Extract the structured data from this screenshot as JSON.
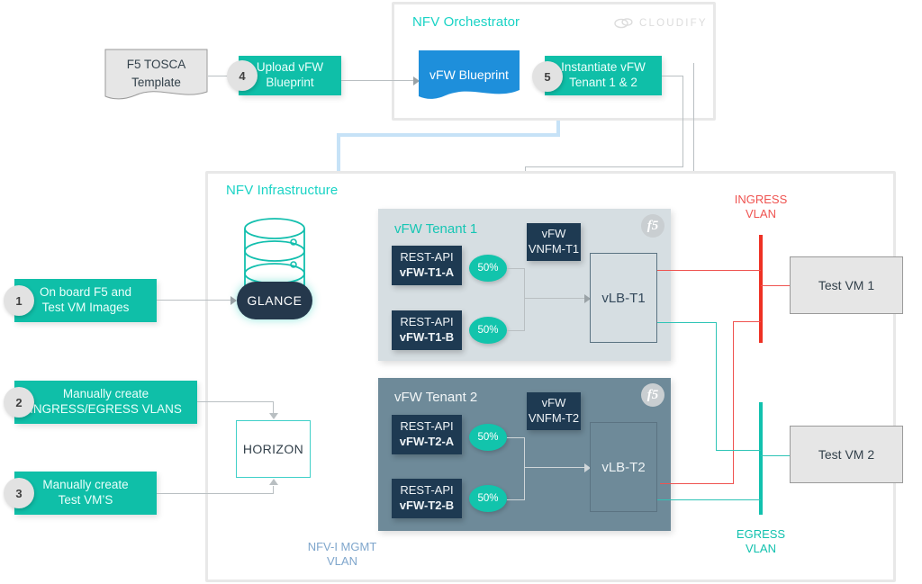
{
  "orchestrator": {
    "title": "NFV Orchestrator",
    "brand": "CLOUDIFY",
    "brand_icon": "cloud-icon",
    "tosca_template": "F5 TOSCA\nTemplate",
    "tosca_line1": "F5 TOSCA",
    "tosca_line2": "Template",
    "step4": {
      "number": "4",
      "label_line1": "Upload vFW",
      "label_line2": "Blueprint"
    },
    "blueprint_label": "vFW Blueprint",
    "step5": {
      "number": "5",
      "label_line1": "Instantiate vFW",
      "label_line2": "Tenant 1 & 2"
    }
  },
  "steps": [
    {
      "number": "1",
      "line1": "On board F5 and",
      "line2": "Test VM Images"
    },
    {
      "number": "2",
      "line1": "Manually create",
      "line2": "INGRESS/EGRESS VLANS"
    },
    {
      "number": "3",
      "line1": "Manually create",
      "line2": "Test VM’S"
    }
  ],
  "infrastructure": {
    "title": "NFV Infrastructure",
    "glance": "GLANCE",
    "glance_icon": "database-cylinder-icon",
    "horizon": "HORIZON"
  },
  "tenants": [
    {
      "title": "vFW Tenant 1",
      "logo": "f5-logo-icon",
      "vnfm": {
        "line1": "vFW",
        "line2": "VNFM-T1"
      },
      "firewalls": [
        {
          "api": "REST-API",
          "name": "vFW-T1-A",
          "weight": "50%"
        },
        {
          "api": "REST-API",
          "name": "vFW-T1-B",
          "weight": "50%"
        }
      ],
      "loadbalancer": "vLB-T1"
    },
    {
      "title": "vFW Tenant 2",
      "logo": "f5-logo-icon",
      "vnfm": {
        "line1": "vFW",
        "line2": "VNFM-T2"
      },
      "firewalls": [
        {
          "api": "REST-API",
          "name": "vFW-T2-A",
          "weight": "50%"
        },
        {
          "api": "REST-API",
          "name": "vFW-T2-B",
          "weight": "50%"
        }
      ],
      "loadbalancer": "vLB-T2"
    }
  ],
  "vlans": {
    "ingress": {
      "line1": "INGRESS",
      "line2": "VLAN",
      "color": "#ef5350"
    },
    "egress": {
      "line1": "EGRESS",
      "line2": "VLAN",
      "color": "#11c1ae"
    },
    "mgmt": {
      "line1": "NFV-I MGMT",
      "line2": "VLAN",
      "color": "#7fa6cc"
    }
  },
  "test_vms": [
    {
      "label": "Test VM 1"
    },
    {
      "label": "Test VM 2"
    }
  ],
  "colors": {
    "teal": "#0fbfa8",
    "navy": "#1e3a52",
    "tenant1_bg": "#d6dee2",
    "tenant2_bg": "#6e8a99",
    "blueprint_blue": "#1e8fdb",
    "ingress_red": "#ee3124",
    "egress_teal": "#11c1ae",
    "mgmt_blue": "#c6e2f7"
  }
}
